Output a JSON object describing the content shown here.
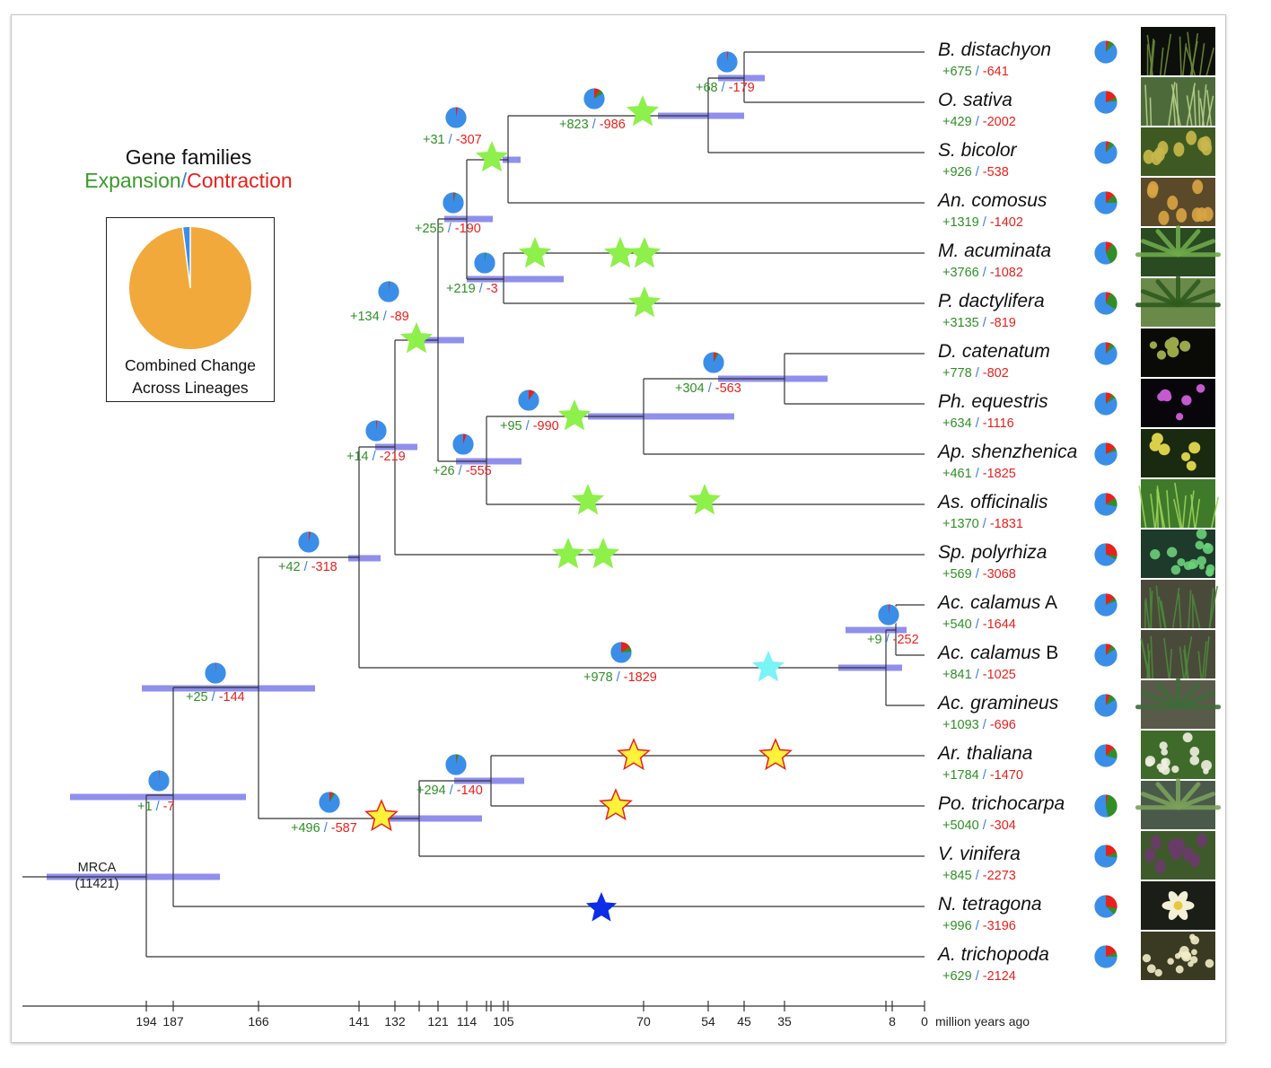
{
  "legend": {
    "title": "Gene families",
    "expansion_label": "Expansion",
    "separator": "/",
    "contraction_label": "Contraction",
    "caption_line1": "Combined Change",
    "caption_line2": "Across Lineages",
    "pie_orange": "#f2a93b",
    "pie_blue": "#3b8ee8"
  },
  "colors": {
    "expansion": "#2f8f26",
    "contraction": "#e8211d",
    "unchanged": "#3b8ee8",
    "bar": "#7b7bea",
    "star_green": "#8ef04a",
    "star_yellow": "#fff23a",
    "star_cyan": "#7af4f4",
    "star_blue": "#0b2ee6"
  },
  "mrca": {
    "label": "MRCA",
    "count": "(11421)"
  },
  "axis": {
    "unit": "million years ago",
    "ticks": [
      "194",
      "187",
      "166",
      "141",
      "132",
      "121",
      "114",
      "105",
      "70",
      "54",
      "45",
      "35",
      "8",
      "0"
    ]
  },
  "species": [
    {
      "name": "B. distachyon",
      "suffix": "",
      "plus": "+675",
      "minus": "-641",
      "photo": "grass"
    },
    {
      "name": "O. sativa",
      "suffix": "",
      "plus": "+429",
      "minus": "-2002",
      "photo": "rice"
    },
    {
      "name": "S. bicolor",
      "suffix": "",
      "plus": "+926",
      "minus": "-538",
      "photo": "sorghum"
    },
    {
      "name": "An. comosus",
      "suffix": "",
      "plus": "+1319",
      "minus": "-1402",
      "photo": "pineapple"
    },
    {
      "name": "M. acuminata",
      "suffix": "",
      "plus": "+3766",
      "minus": "-1082",
      "photo": "banana"
    },
    {
      "name": "P. dactylifera",
      "suffix": "",
      "plus": "+3135",
      "minus": "-819",
      "photo": "palm"
    },
    {
      "name": "D. catenatum",
      "suffix": "",
      "plus": "+778",
      "minus": "-802",
      "photo": "dendrobium"
    },
    {
      "name": "Ph. equestris",
      "suffix": "",
      "plus": "+634",
      "minus": "-1116",
      "photo": "orchid"
    },
    {
      "name": "Ap. shenzhenica",
      "suffix": "",
      "plus": "+461",
      "minus": "-1825",
      "photo": "apostasia"
    },
    {
      "name": "As. officinalis",
      "suffix": "",
      "plus": "+1370",
      "minus": "-1831",
      "photo": "asparagus"
    },
    {
      "name": "Sp. polyrhiza",
      "suffix": "",
      "plus": "+569",
      "minus": "-3068",
      "photo": "duckweed"
    },
    {
      "name": "Ac. calamus",
      "suffix": " A",
      "plus": "+540",
      "minus": "-1644",
      "photo": "calamus"
    },
    {
      "name": "Ac. calamus",
      "suffix": " B",
      "plus": "+841",
      "minus": "-1025",
      "photo": "calamus"
    },
    {
      "name": "Ac. gramineus",
      "suffix": "",
      "plus": "+1093",
      "minus": "-696",
      "photo": "gramineus"
    },
    {
      "name": "Ar. thaliana",
      "suffix": "",
      "plus": "+1784",
      "minus": "-1470",
      "photo": "arabidopsis"
    },
    {
      "name": "Po. trichocarpa",
      "suffix": "",
      "plus": "+5040",
      "minus": "-304",
      "photo": "poplar"
    },
    {
      "name": "V. vinifera",
      "suffix": "",
      "plus": "+845",
      "minus": "-2273",
      "photo": "grape"
    },
    {
      "name": "N. tetragona",
      "suffix": "",
      "plus": "+996",
      "minus": "-3196",
      "photo": "waterlily"
    },
    {
      "name": "A. trichopoda",
      "suffix": "",
      "plus": "+629",
      "minus": "-2124",
      "photo": "amborella"
    }
  ],
  "species_pies": [
    {
      "exp": 0.08,
      "con": 0.05
    },
    {
      "exp": 0.05,
      "con": 0.18
    },
    {
      "exp": 0.08,
      "con": 0.05
    },
    {
      "exp": 0.12,
      "con": 0.13
    },
    {
      "exp": 0.33,
      "con": 0.1
    },
    {
      "exp": 0.27,
      "con": 0.07
    },
    {
      "exp": 0.07,
      "con": 0.07
    },
    {
      "exp": 0.06,
      "con": 0.1
    },
    {
      "exp": 0.04,
      "con": 0.16
    },
    {
      "exp": 0.12,
      "con": 0.16
    },
    {
      "exp": 0.05,
      "con": 0.27
    },
    {
      "exp": 0.05,
      "con": 0.14
    },
    {
      "exp": 0.07,
      "con": 0.09
    },
    {
      "exp": 0.1,
      "con": 0.06
    },
    {
      "exp": 0.16,
      "con": 0.13
    },
    {
      "exp": 0.44,
      "con": 0.03
    },
    {
      "exp": 0.07,
      "con": 0.2
    },
    {
      "exp": 0.09,
      "con": 0.28
    },
    {
      "exp": 0.06,
      "con": 0.19
    }
  ],
  "internal_nodes": [
    {
      "id": "n1",
      "plus": "+1",
      "minus": "-7",
      "exp": 0.0,
      "con": 0.01
    },
    {
      "id": "n2",
      "plus": "+25",
      "minus": "-144",
      "exp": 0.0,
      "con": 0.01
    },
    {
      "id": "n3",
      "plus": "+42",
      "minus": "-318",
      "exp": 0.0,
      "con": 0.03
    },
    {
      "id": "n4",
      "plus": "+14",
      "minus": "-219",
      "exp": 0.0,
      "con": 0.02
    },
    {
      "id": "n5",
      "plus": "+134",
      "minus": "-89",
      "exp": 0.01,
      "con": 0.01
    },
    {
      "id": "n6",
      "plus": "+255",
      "minus": "-190",
      "exp": 0.02,
      "con": 0.02
    },
    {
      "id": "n7",
      "plus": "+31",
      "minus": "-307",
      "exp": 0.0,
      "con": 0.03
    },
    {
      "id": "n8",
      "plus": "+823",
      "minus": "-986",
      "exp": 0.07,
      "con": 0.09
    },
    {
      "id": "n9",
      "plus": "+68",
      "minus": "-179",
      "exp": 0.0,
      "con": 0.02
    },
    {
      "id": "n10",
      "plus": "+219",
      "minus": "-3",
      "exp": 0.02,
      "con": 0.0
    },
    {
      "id": "n11",
      "plus": "+26",
      "minus": "-555",
      "exp": 0.0,
      "con": 0.05
    },
    {
      "id": "n12",
      "plus": "+95",
      "minus": "-990",
      "exp": 0.01,
      "con": 0.09
    },
    {
      "id": "n13",
      "plus": "+304",
      "minus": "-563",
      "exp": 0.03,
      "con": 0.05
    },
    {
      "id": "n14",
      "plus": "+978",
      "minus": "-1829",
      "exp": 0.08,
      "con": 0.16
    },
    {
      "id": "n15",
      "plus": "+9",
      "minus": "-252",
      "exp": 0.0,
      "con": 0.02
    },
    {
      "id": "n16",
      "plus": "+496",
      "minus": "-587",
      "exp": 0.04,
      "con": 0.05
    },
    {
      "id": "n17",
      "plus": "+294",
      "minus": "-140",
      "exp": 0.03,
      "con": 0.01
    }
  ],
  "combined_pie": {
    "exp": 0.02,
    "con": 0.0
  }
}
